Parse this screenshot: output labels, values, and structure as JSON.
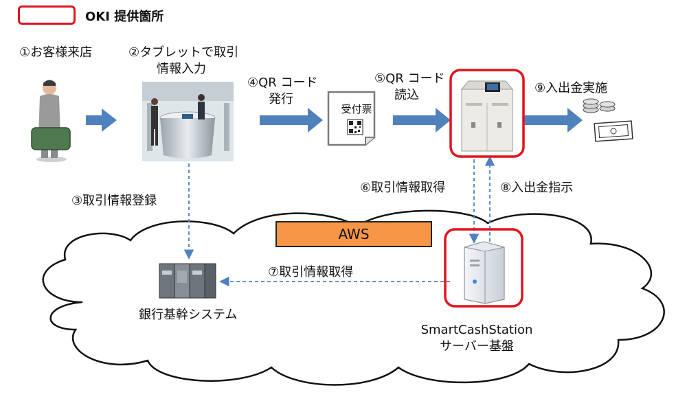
{
  "legend": {
    "label": "OKI 提供箇所",
    "color": "#e0141e"
  },
  "steps": {
    "s1": "①お客様来店",
    "s2_line1": "②タブレットで取引",
    "s2_line2": "情報入力",
    "s3": "③取引情報登録",
    "s4_line1": "④QR コード",
    "s4_line2": "発行",
    "s5_line1": "⑤QR コード",
    "s5_line2": "読込",
    "s6": "⑥取引情報取得",
    "s7": "⑦取引情報取得",
    "s8": "⑧入出金指示",
    "s9": "⑨入出金実施"
  },
  "ticket": {
    "label": "受付票"
  },
  "cloud": {
    "provider": "AWS"
  },
  "nodes": {
    "core_system": "銀行基幹システム",
    "server_line1": "SmartCashStation",
    "server_line2": "サーバー基盤"
  },
  "colors": {
    "arrow": "#4f81bd",
    "dashed": "#4f81bd",
    "aws": "#f79646"
  }
}
